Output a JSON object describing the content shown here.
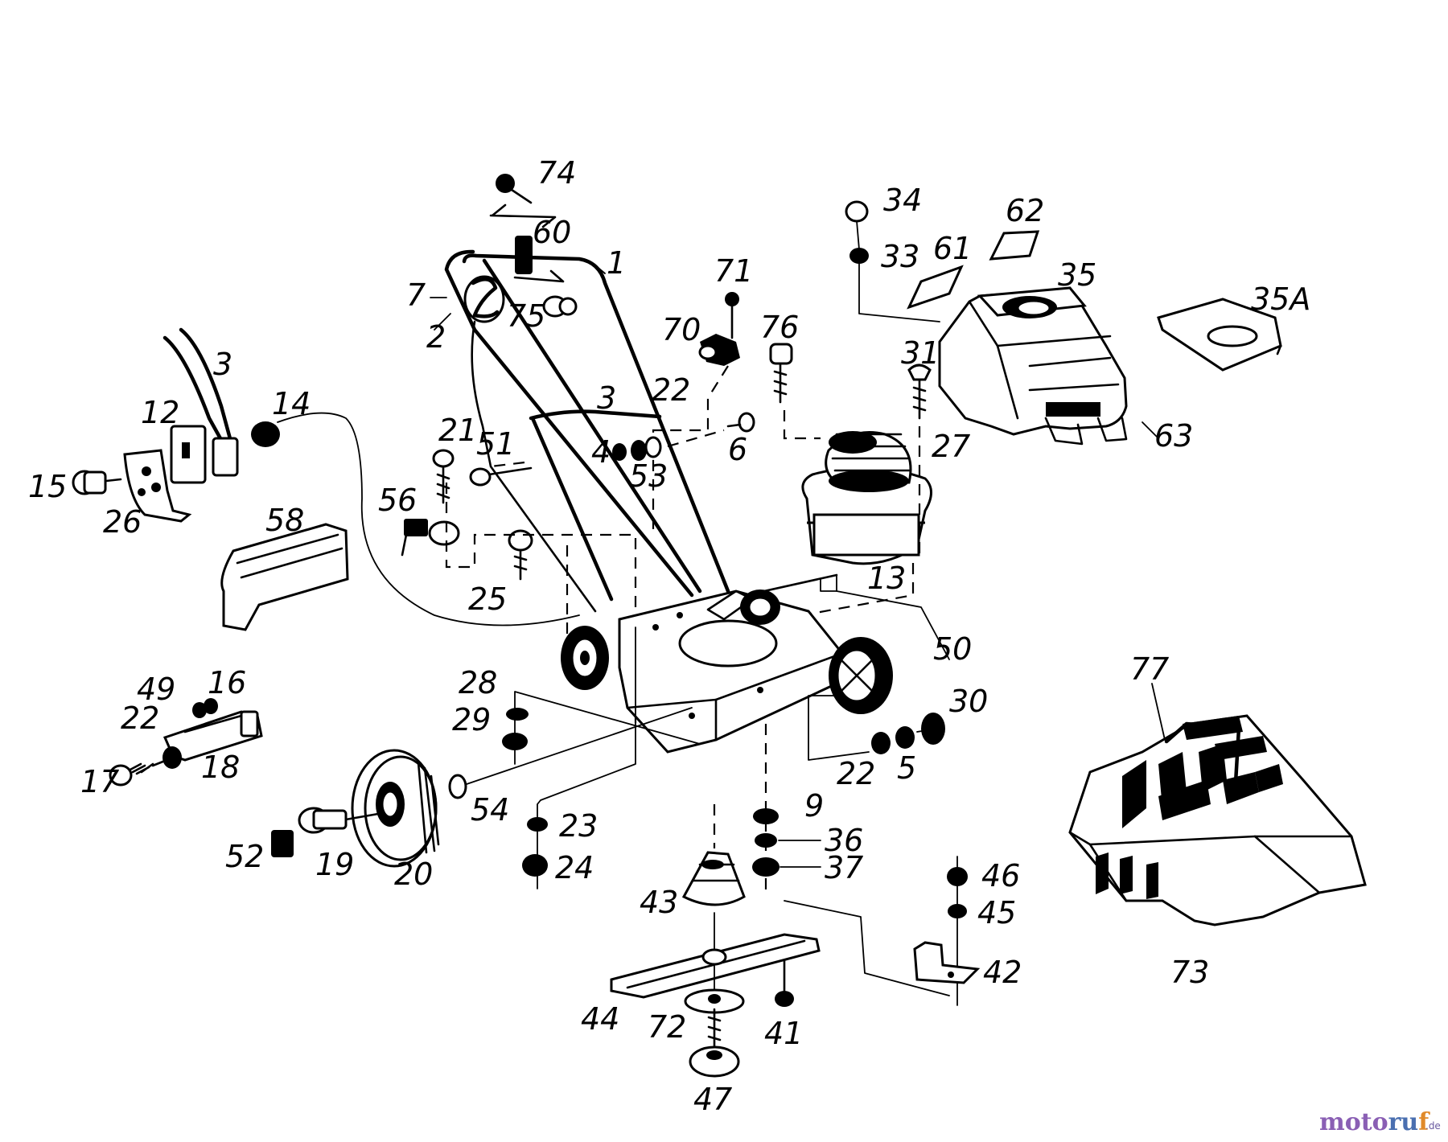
{
  "diagram": {
    "labels": [
      {
        "id": "74",
        "text": "74"
      },
      {
        "id": "60",
        "text": "60"
      },
      {
        "id": "1",
        "text": "1"
      },
      {
        "id": "7",
        "text": "7"
      },
      {
        "id": "2",
        "text": "2"
      },
      {
        "id": "75",
        "text": "75"
      },
      {
        "id": "3a",
        "text": "3"
      },
      {
        "id": "3b",
        "text": "3"
      },
      {
        "id": "12",
        "text": "12"
      },
      {
        "id": "14",
        "text": "14"
      },
      {
        "id": "15",
        "text": "15"
      },
      {
        "id": "26",
        "text": "26"
      },
      {
        "id": "71",
        "text": "71"
      },
      {
        "id": "70",
        "text": "70"
      },
      {
        "id": "76",
        "text": "76"
      },
      {
        "id": "22a",
        "text": "22"
      },
      {
        "id": "21",
        "text": "21"
      },
      {
        "id": "51",
        "text": "51"
      },
      {
        "id": "4",
        "text": "4"
      },
      {
        "id": "53",
        "text": "53"
      },
      {
        "id": "6",
        "text": "6"
      },
      {
        "id": "56",
        "text": "56"
      },
      {
        "id": "58",
        "text": "58"
      },
      {
        "id": "25",
        "text": "25"
      },
      {
        "id": "34",
        "text": "34"
      },
      {
        "id": "33",
        "text": "33"
      },
      {
        "id": "62",
        "text": "62"
      },
      {
        "id": "61",
        "text": "61"
      },
      {
        "id": "35",
        "text": "35"
      },
      {
        "id": "35A",
        "text": "35A"
      },
      {
        "id": "31",
        "text": "31"
      },
      {
        "id": "27",
        "text": "27"
      },
      {
        "id": "63",
        "text": "63"
      },
      {
        "id": "13",
        "text": "13"
      },
      {
        "id": "50",
        "text": "50"
      },
      {
        "id": "28",
        "text": "28"
      },
      {
        "id": "29",
        "text": "29"
      },
      {
        "id": "49",
        "text": "49"
      },
      {
        "id": "16",
        "text": "16"
      },
      {
        "id": "22b",
        "text": "22"
      },
      {
        "id": "17",
        "text": "17"
      },
      {
        "id": "18",
        "text": "18"
      },
      {
        "id": "30",
        "text": "30"
      },
      {
        "id": "22c",
        "text": "22"
      },
      {
        "id": "5",
        "text": "5"
      },
      {
        "id": "54",
        "text": "54"
      },
      {
        "id": "52",
        "text": "52"
      },
      {
        "id": "19",
        "text": "19"
      },
      {
        "id": "20",
        "text": "20"
      },
      {
        "id": "23",
        "text": "23"
      },
      {
        "id": "24",
        "text": "24"
      },
      {
        "id": "9",
        "text": "9"
      },
      {
        "id": "36",
        "text": "36"
      },
      {
        "id": "37",
        "text": "37"
      },
      {
        "id": "43",
        "text": "43"
      },
      {
        "id": "46",
        "text": "46"
      },
      {
        "id": "45",
        "text": "45"
      },
      {
        "id": "42",
        "text": "42"
      },
      {
        "id": "44",
        "text": "44"
      },
      {
        "id": "72",
        "text": "72"
      },
      {
        "id": "41",
        "text": "41"
      },
      {
        "id": "47",
        "text": "47"
      },
      {
        "id": "77",
        "text": "77"
      },
      {
        "id": "73",
        "text": "73"
      }
    ]
  },
  "watermark": {
    "part1": "moto",
    "part2": "ru",
    "part3": "f",
    "suffix": ".de"
  }
}
